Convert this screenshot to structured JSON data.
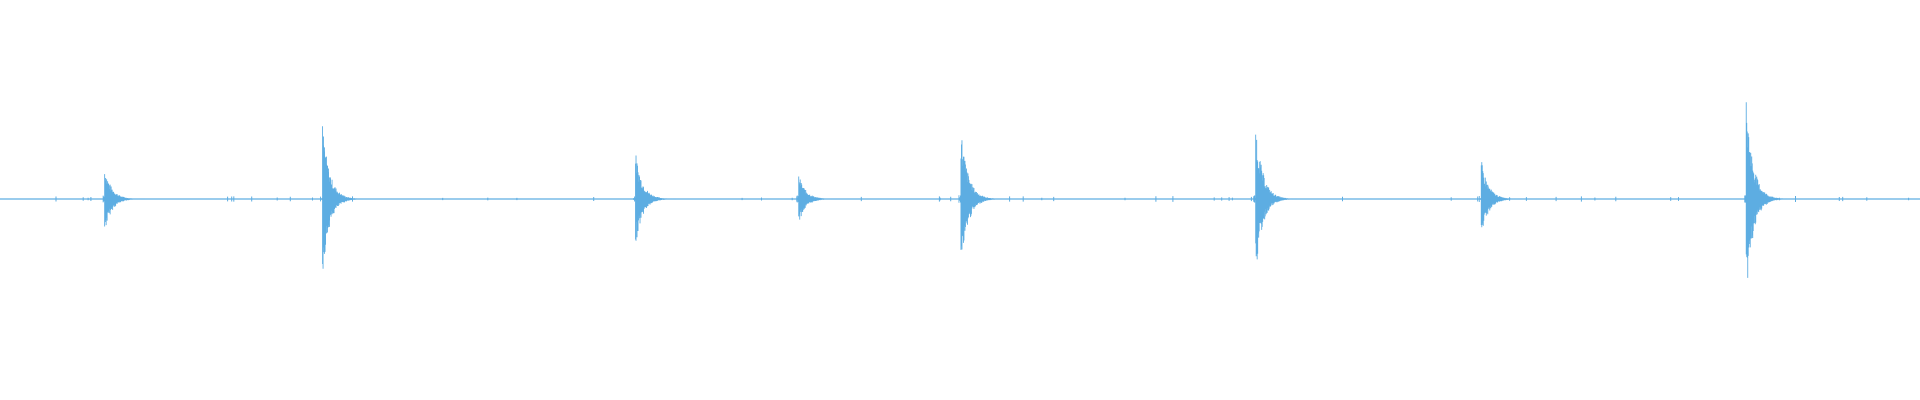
{
  "chart_data": {
    "type": "line",
    "title": "",
    "xlabel": "",
    "ylabel": "",
    "xlim": [
      0,
      1
    ],
    "ylim": [
      -1,
      1
    ],
    "grid": false,
    "legend": "none",
    "series_color": "#5DADE2",
    "baseline_value": 0,
    "transients": [
      {
        "t": 0.0545,
        "amp_up": 0.17,
        "amp_down": 0.18
      },
      {
        "t": 0.168,
        "amp_up": 0.4,
        "amp_down": 0.4
      },
      {
        "t": 0.331,
        "amp_up": 0.25,
        "amp_down": 0.25
      },
      {
        "t": 0.416,
        "amp_up": 0.13,
        "amp_down": 0.13
      },
      {
        "t": 0.5005,
        "amp_up": 0.38,
        "amp_down": 0.38
      },
      {
        "t": 0.654,
        "amp_up": 0.4,
        "amp_down": 0.4
      },
      {
        "t": 0.7715,
        "amp_up": 0.21,
        "amp_down": 0.21
      },
      {
        "t": 0.9095,
        "amp_up": 0.53,
        "amp_down": 0.53
      }
    ]
  }
}
